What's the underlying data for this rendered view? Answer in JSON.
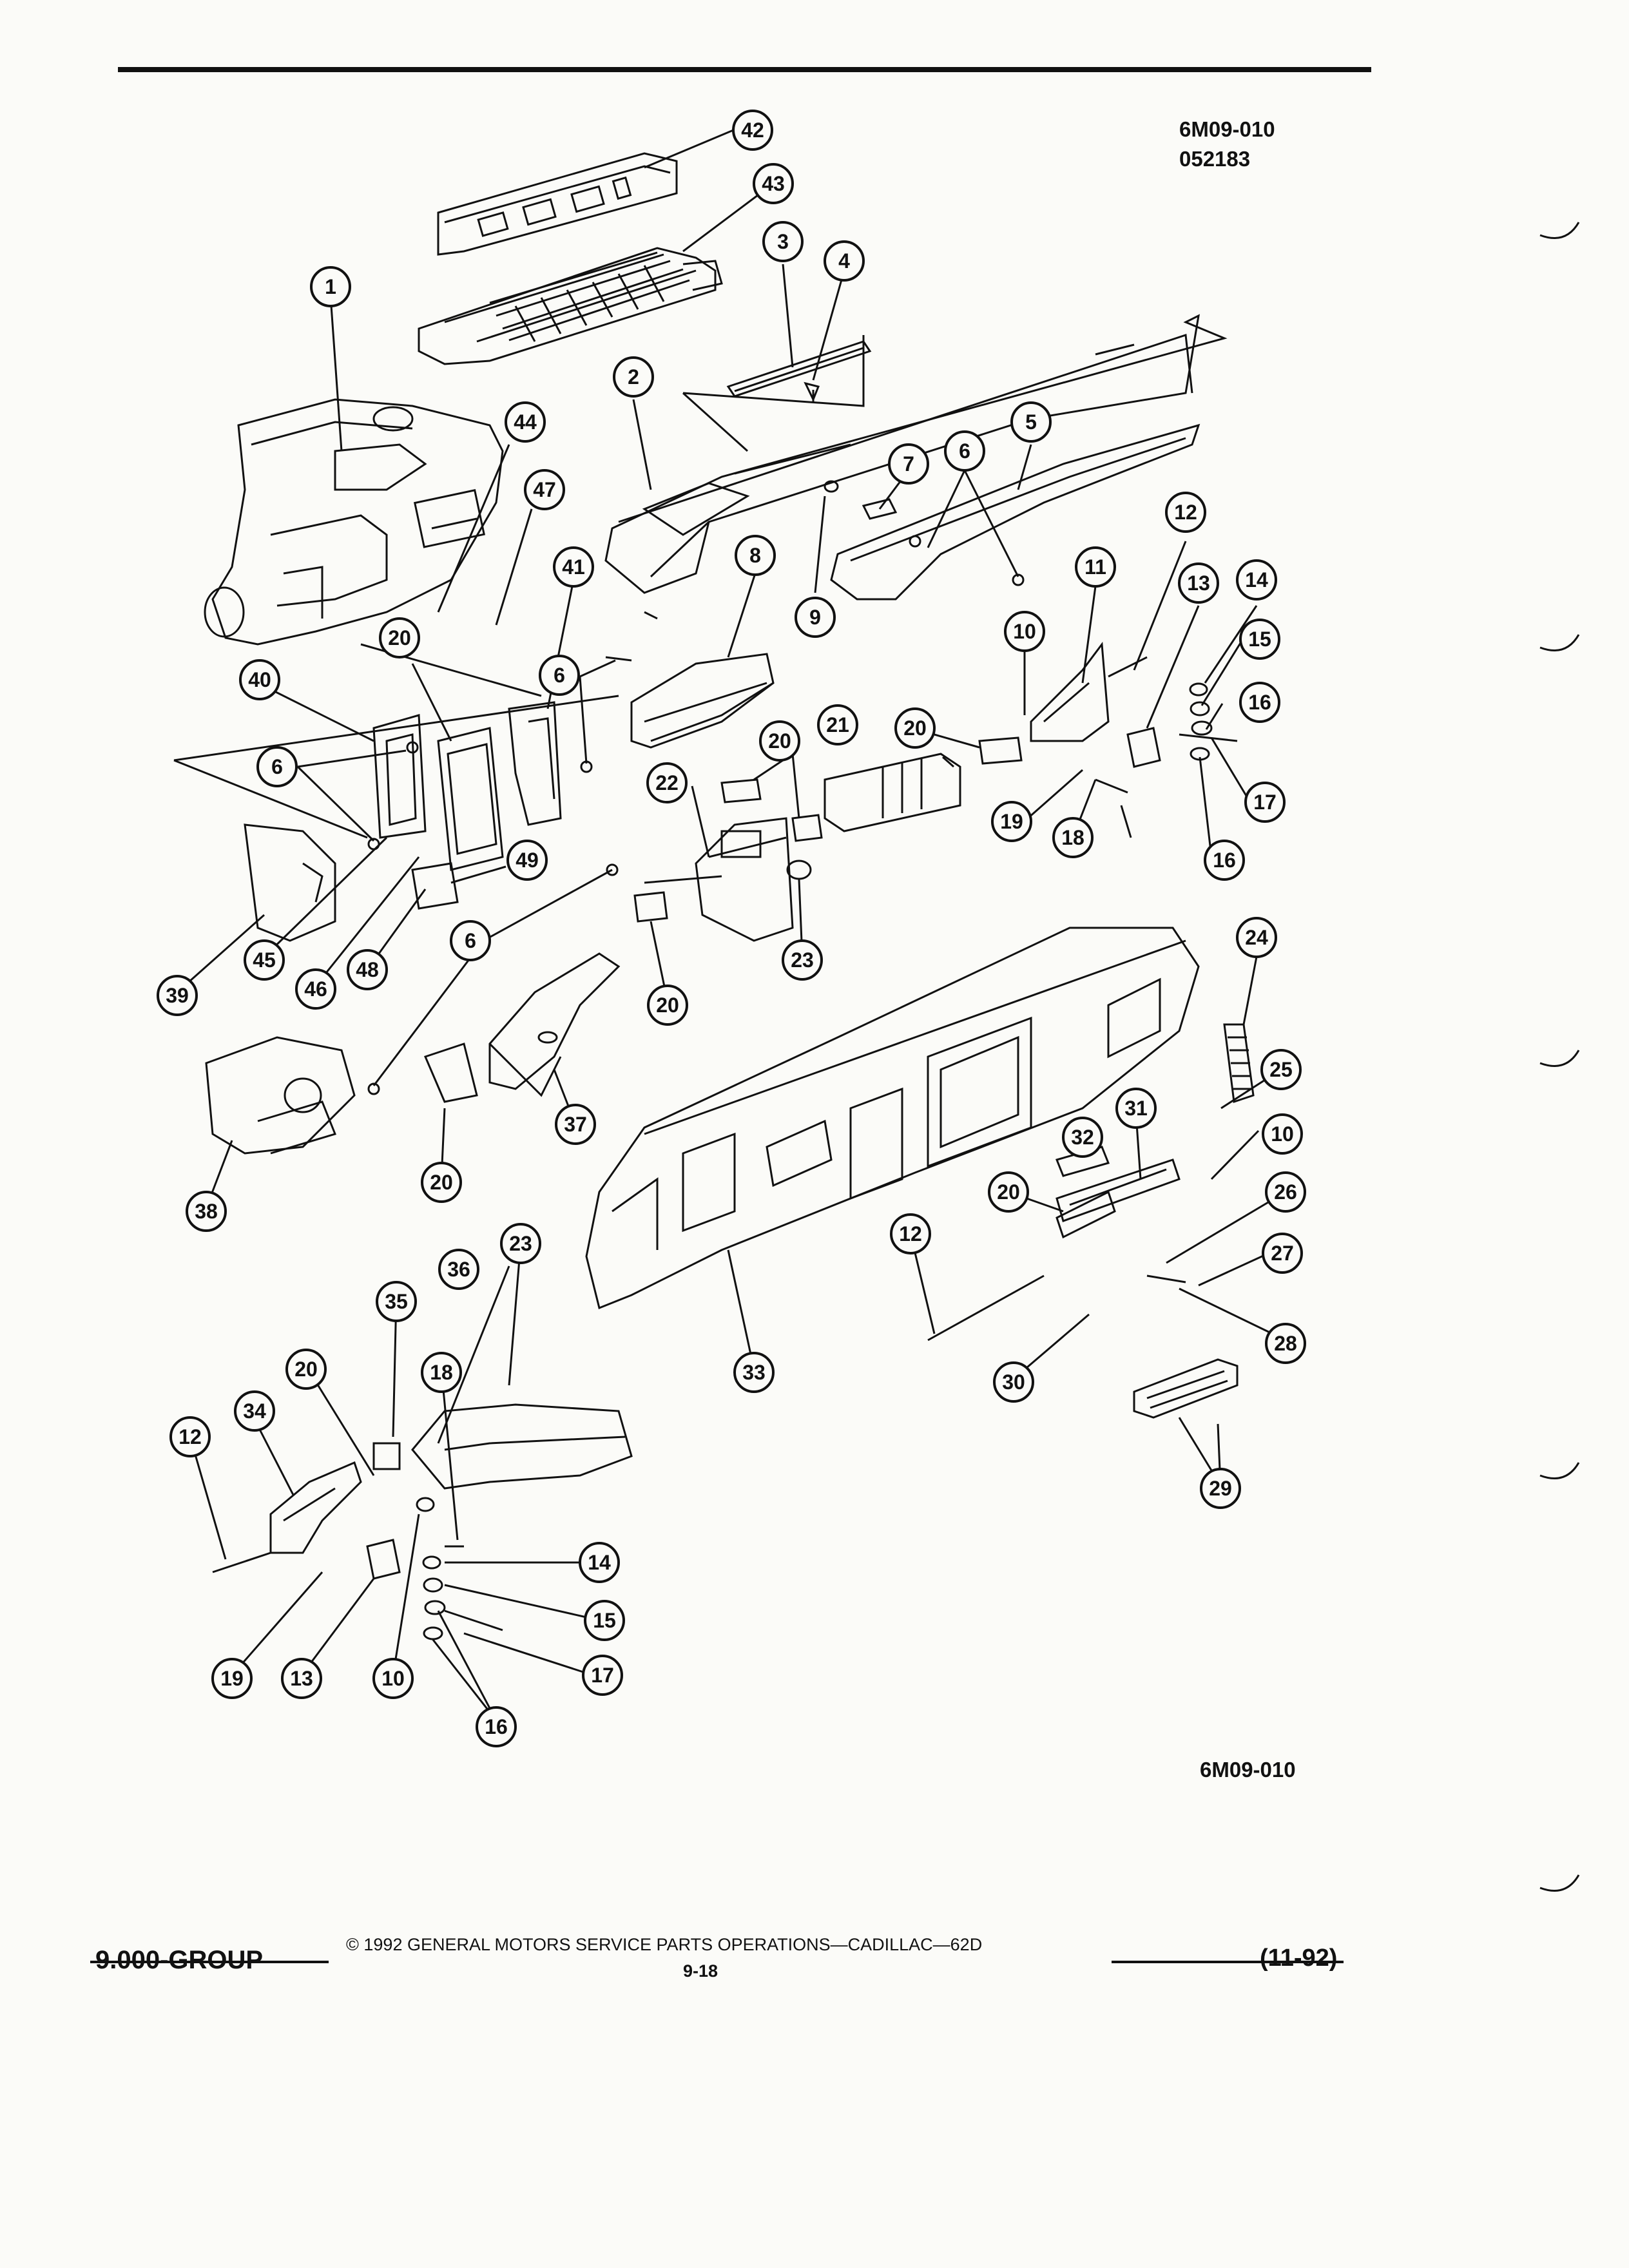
{
  "header": {
    "diagram_id": "6M09-010",
    "code": "052183"
  },
  "footer": {
    "group": "9.000-GROUP",
    "copyright": "© 1992 GENERAL MOTORS SERVICE PARTS OPERATIONS—CADILLAC—62D",
    "page": "9-18",
    "date": "(11-92)",
    "diagram_id": "6M09-010"
  },
  "callouts": [
    "42",
    "43",
    "1",
    "3",
    "4",
    "2",
    "44",
    "47",
    "5",
    "7",
    "6",
    "41",
    "8",
    "11",
    "12",
    "14",
    "9",
    "10",
    "13",
    "15",
    "20",
    "40",
    "6",
    "16",
    "21",
    "20",
    "6",
    "22",
    "20",
    "19",
    "18",
    "17",
    "16",
    "49",
    "45",
    "39",
    "46",
    "48",
    "6",
    "23",
    "20",
    "24",
    "25",
    "37",
    "31",
    "10",
    "32",
    "38",
    "20",
    "26",
    "20",
    "12",
    "27",
    "36",
    "23",
    "28",
    "35",
    "33",
    "30",
    "20",
    "18",
    "34",
    "12",
    "29",
    "14",
    "15",
    "19",
    "13",
    "10",
    "17",
    "16"
  ]
}
